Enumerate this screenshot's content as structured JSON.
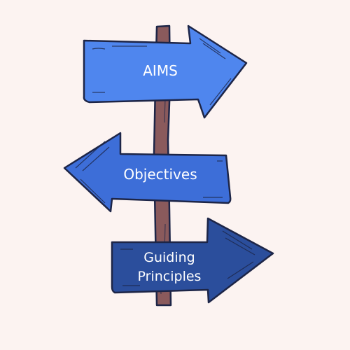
{
  "colors": {
    "background": "#fcf3f1",
    "post": "#8a5a5c",
    "outline": "#1d2547",
    "sign_top": "#4f86ee",
    "sign_middle": "#3d6ed8",
    "sign_bottom": "#2b4e9c",
    "label": "#ffffff"
  },
  "signs": [
    {
      "label": "AIMS",
      "direction": "right"
    },
    {
      "label": "Objectives",
      "direction": "left"
    },
    {
      "label_line1": "Guiding",
      "label_line2": "Principles",
      "direction": "right"
    }
  ]
}
